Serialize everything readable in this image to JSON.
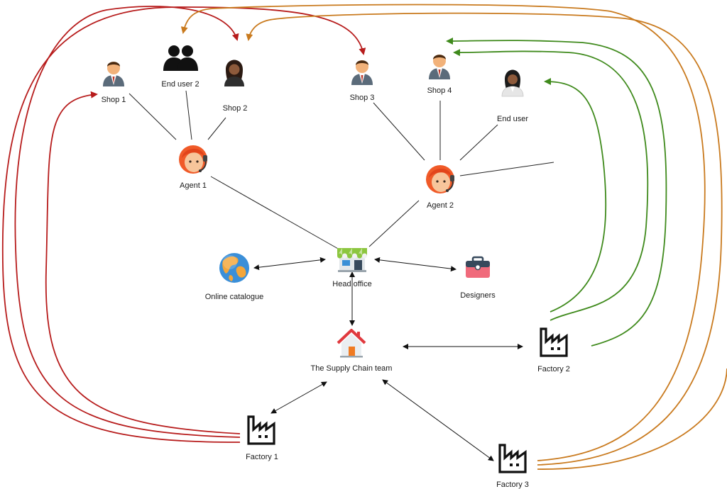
{
  "nodes": {
    "shop1": "Shop 1",
    "end_user_2": "End user 2",
    "shop2": "Shop 2",
    "shop3": "Shop 3",
    "shop4": "Shop 4",
    "end_user": "End user",
    "agent1": "Agent 1",
    "agent2": "Agent 2",
    "online_catalogue": "Online catalogue",
    "head_office": "Head office",
    "designers": "Designers",
    "supply_chain": "The Supply Chain team",
    "factory1": "Factory 1",
    "factory2": "Factory 2",
    "factory3": "Factory 3"
  },
  "icons": {
    "shop1": "businessman-icon",
    "end_user_2": "two-users-icon",
    "shop2": "businesswoman-icon",
    "shop3": "businessman-icon",
    "shop4": "businessman-icon",
    "end_user": "businesswoman-white-icon",
    "agent1": "support-agent-icon",
    "agent2": "support-agent-icon",
    "online_catalogue": "globe-icon",
    "head_office": "storefront-icon",
    "designers": "briefcase-icon",
    "supply_chain": "house-icon",
    "factory1": "factory-icon",
    "factory2": "factory-icon",
    "factory3": "factory-icon"
  },
  "colors": {
    "factory1_flows": "#b71c1c",
    "factory2_flows": "#3f8a1c",
    "factory3_flows": "#c97a1e",
    "connector": "#222222"
  }
}
